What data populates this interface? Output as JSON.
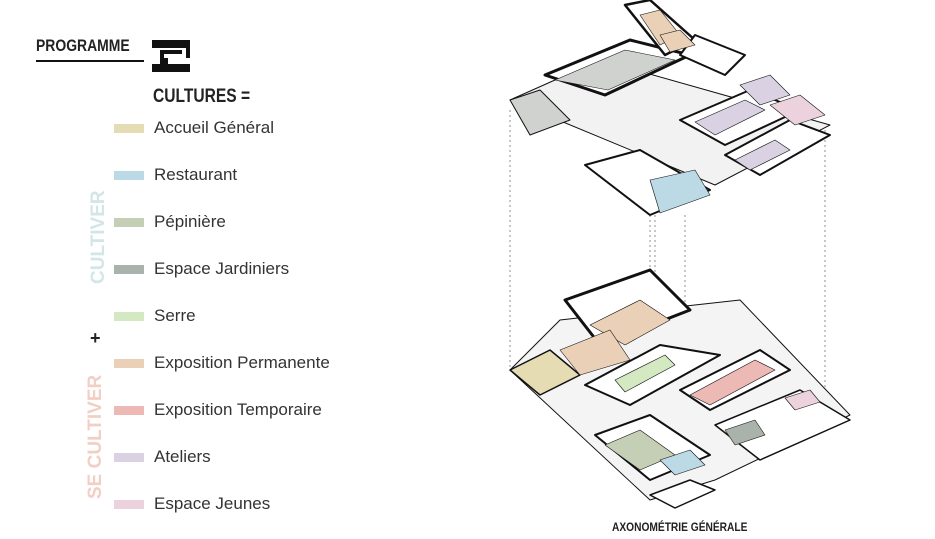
{
  "header": {
    "programme": "PROGRAMME",
    "cultures": "CULTURES ="
  },
  "side_labels": {
    "cultiver": "CULTIVER",
    "se_cultiver": "SE CULTIVER",
    "plus": "+"
  },
  "legend": [
    {
      "label": "Accueil Général",
      "color": "#e6dcb4"
    },
    {
      "label": "Restaurant",
      "color": "#bcd9e6"
    },
    {
      "label": "Pépinière",
      "color": "#c5cfb6"
    },
    {
      "label": "Espace Jardiniers",
      "color": "#aab3ab"
    },
    {
      "label": "Serre",
      "color": "#d4e8c1"
    },
    {
      "label": "Exposition Permanente",
      "color": "#ead0b6"
    },
    {
      "label": "Exposition Temporaire",
      "color": "#ecb9b5"
    },
    {
      "label": "Ateliers",
      "color": "#dad2e3"
    },
    {
      "label": "Espace Jeunes",
      "color": "#ecd2dc"
    }
  ],
  "colors": {
    "cultiver_text": "#d3e6e6",
    "se_cultiver_text": "#f2cfc5",
    "ink": "#111111"
  },
  "caption": "AXONOMÉTRIE GÉNÉRALE"
}
